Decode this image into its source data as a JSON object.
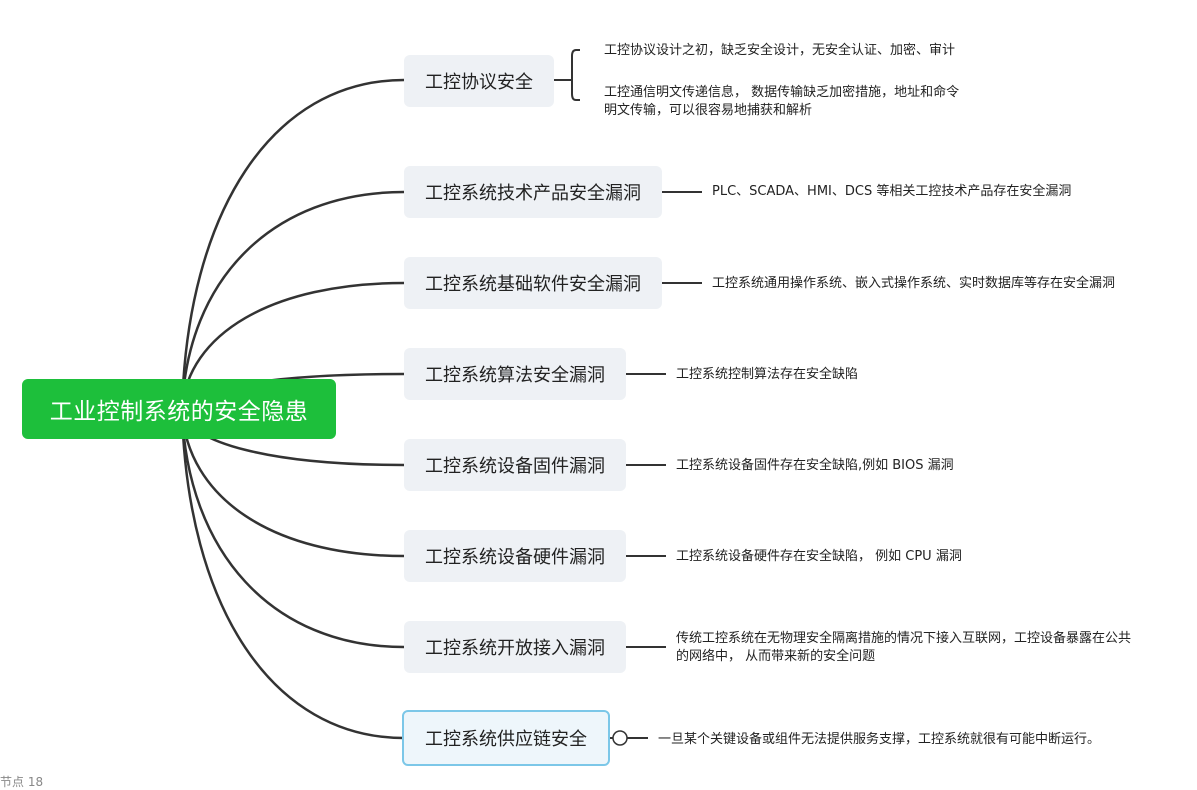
{
  "root": {
    "label": "工业控制系统的安全隐患"
  },
  "branches": [
    {
      "label": "工控协议安全",
      "details": [
        "工控协议设计之初，缺乏安全设计，无安全认证、加密、审计",
        "工控通信明文传递信息， 数据传输缺乏加密措施，地址和命令\n明文传输，可以很容易地捕获和解析"
      ]
    },
    {
      "label": "工控系统技术产品安全漏洞",
      "details": [
        "PLC、SCADA、HMI、DCS 等相关工控技术产品存在安全漏洞"
      ]
    },
    {
      "label": "工控系统基础软件安全漏洞",
      "details": [
        "工控系统通用操作系统、嵌入式操作系统、实时数据库等存在安全漏洞"
      ]
    },
    {
      "label": "工控系统算法安全漏洞",
      "details": [
        "工控系统控制算法存在安全缺陷"
      ]
    },
    {
      "label": "工控系统设备固件漏洞",
      "details": [
        "工控系统设备固件存在安全缺陷,例如 BIOS 漏洞"
      ]
    },
    {
      "label": "工控系统设备硬件漏洞",
      "details": [
        "工控系统设备硬件存在安全缺陷， 例如 CPU 漏洞"
      ]
    },
    {
      "label": "工控系统开放接入漏洞",
      "details": [
        "传统工控系统在无物理安全隔离措施的情况下接入互联网，工控设备暴露在公共\n的网络中， 从而带来新的安全问题"
      ]
    },
    {
      "label": "工控系统供应链安全",
      "details": [
        "一旦某个关键设备或组件无法提供服务支撑，工控系统就很有可能中断运行。"
      ]
    }
  ],
  "status_bar": {
    "text": "节点 18"
  },
  "colors": {
    "root_bg": "#1dbf3b",
    "branch_bg": "#eef1f5",
    "selected_border": "#7cc7e8",
    "line": "#333333"
  }
}
